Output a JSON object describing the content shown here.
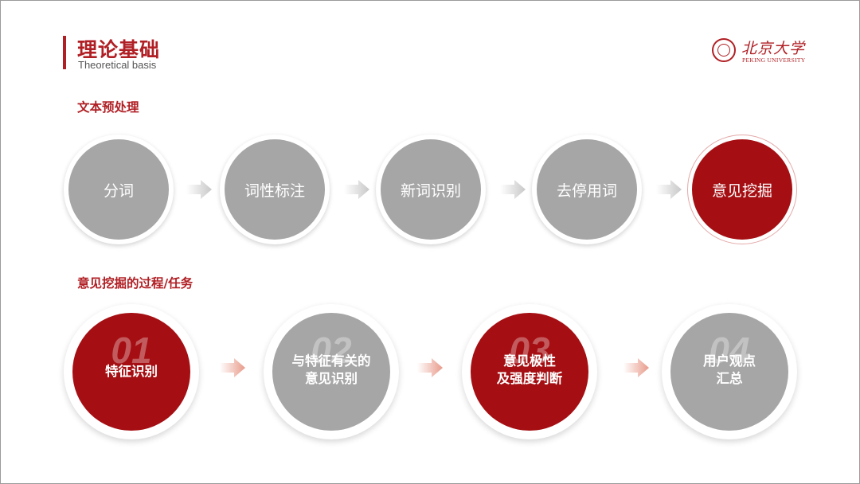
{
  "header": {
    "title": "理论基础",
    "subtitle": "Theoretical basis"
  },
  "logo": {
    "name_cn": "北京大学",
    "name_en": "PEKING UNIVERSITY",
    "color": "#b01f24"
  },
  "preprocessing": {
    "label": "文本预处理",
    "steps": [
      {
        "label": "分词",
        "active": false
      },
      {
        "label": "词性标注",
        "active": false
      },
      {
        "label": "新词识别",
        "active": false
      },
      {
        "label": "去停用词",
        "active": false
      },
      {
        "label": "意见挖掘",
        "active": true
      }
    ]
  },
  "opinion_mining": {
    "label": "意见挖掘的过程/任务",
    "tasks": [
      {
        "number": "01",
        "label_line1": "特征识别",
        "label_line2": "",
        "color": "red"
      },
      {
        "number": "02",
        "label_line1": "与特征有关的",
        "label_line2": "意见识别",
        "color": "gray"
      },
      {
        "number": "03",
        "label_line1": "意见极性",
        "label_line2": "及强度判断",
        "color": "red"
      },
      {
        "number": "04",
        "label_line1": "用户观点",
        "label_line2": "汇总",
        "color": "gray"
      }
    ]
  },
  "colors": {
    "accent_red": "#a50e12",
    "neutral_gray": "#a6a6a6",
    "gray_arrow": "#c8c8c8",
    "pink_arrow": "#e89a8a"
  },
  "icons": {
    "step_arrow": "right-arrow-icon",
    "task_arrow": "right-arrow-icon"
  }
}
